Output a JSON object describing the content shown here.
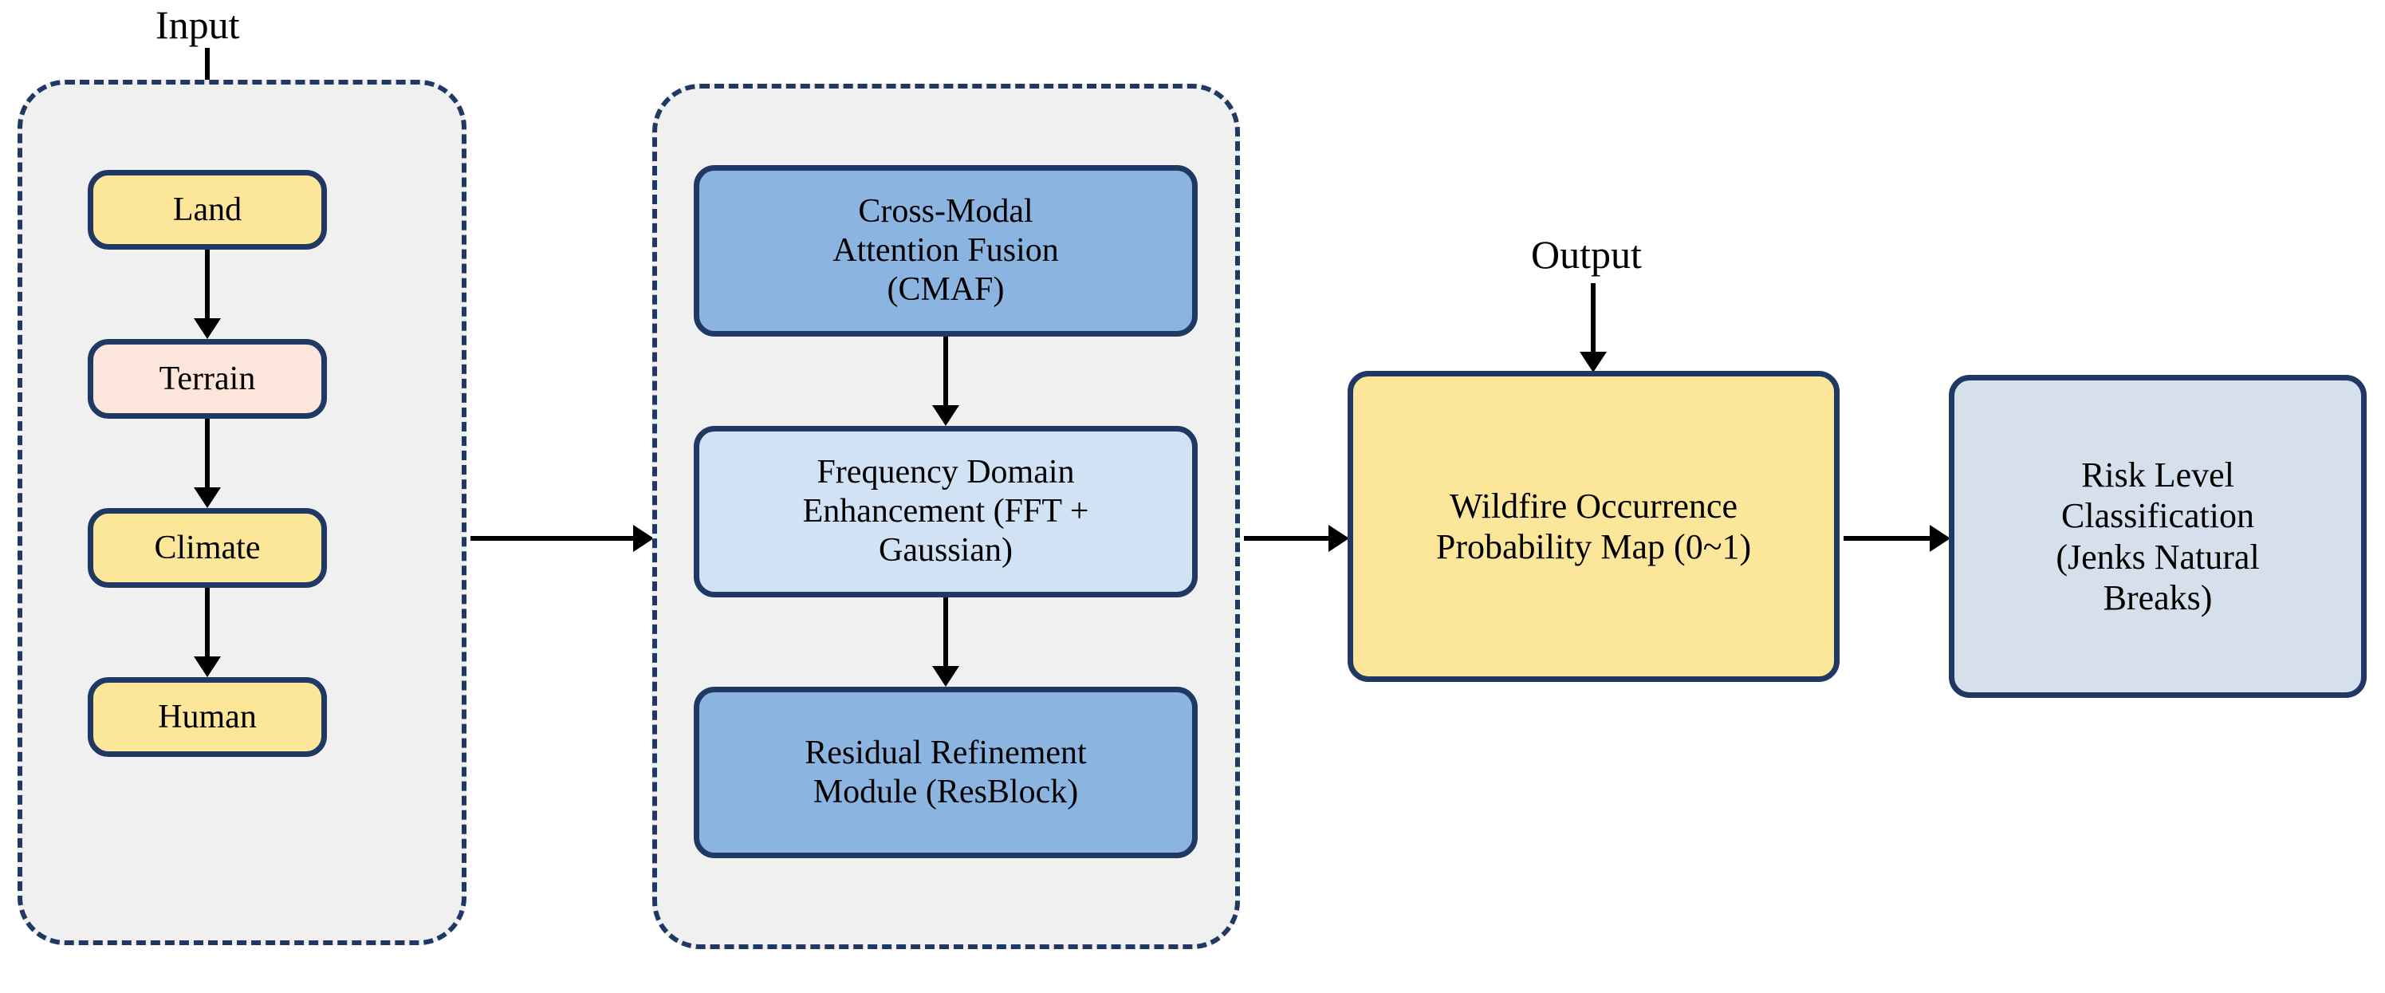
{
  "diagram": {
    "title_labels": {
      "input": "Input",
      "output": "Output"
    },
    "colors": {
      "border": "#1f3864",
      "group_fill": "#f0f0f0",
      "yellow": "#fce69a",
      "peach": "#fce5da",
      "blue": "#8cb4e0",
      "light_blue": "#d1e2f5",
      "grey_blue": "#d6dfec",
      "arrow": "#000000"
    },
    "groups": [
      {
        "id": "input-group",
        "name": "input-factors-group"
      },
      {
        "id": "model-group",
        "name": "model-modules-group"
      }
    ],
    "input_nodes": [
      {
        "label": "Land",
        "fill": "yellow"
      },
      {
        "label": "Terrain",
        "fill": "peach"
      },
      {
        "label": "Climate",
        "fill": "yellow"
      },
      {
        "label": "Human",
        "fill": "yellow"
      }
    ],
    "model_nodes": [
      {
        "label": "Cross-Modal\nAttention Fusion\n(CMAF)",
        "fill": "blue"
      },
      {
        "label": "Frequency Domain\nEnhancement (FFT +\nGaussian)",
        "fill": "light_blue"
      },
      {
        "label": "Residual Refinement\nModule (ResBlock)",
        "fill": "blue"
      }
    ],
    "output_nodes": [
      {
        "label": "Wildfire Occurrence\nProbability Map (0~1)",
        "fill": "yellow"
      },
      {
        "label": "Risk Level\nClassification\n(Jenks Natural\nBreaks)",
        "fill": "grey_blue"
      }
    ],
    "arrows": [
      {
        "name": "arrow-input-to-land",
        "direction": "down"
      },
      {
        "name": "arrow-land-to-terrain",
        "direction": "down"
      },
      {
        "name": "arrow-terrain-to-climate",
        "direction": "down"
      },
      {
        "name": "arrow-climate-to-human",
        "direction": "down"
      },
      {
        "name": "arrow-inputs-to-model",
        "direction": "right"
      },
      {
        "name": "arrow-cmaf-to-fft",
        "direction": "down"
      },
      {
        "name": "arrow-fft-to-resblock",
        "direction": "down"
      },
      {
        "name": "arrow-model-to-probmap",
        "direction": "right"
      },
      {
        "name": "arrow-output-to-probmap",
        "direction": "down"
      },
      {
        "name": "arrow-probmap-to-risklevel",
        "direction": "right"
      }
    ]
  }
}
